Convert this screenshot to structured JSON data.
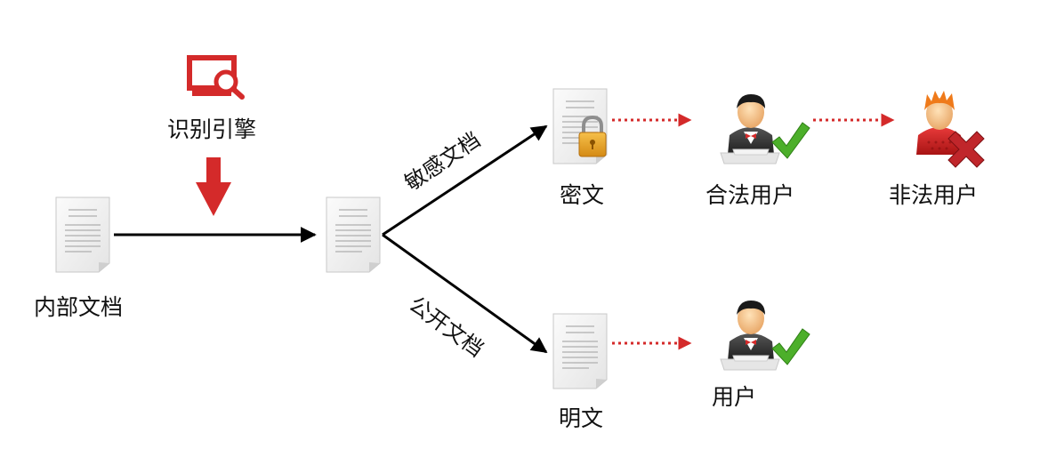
{
  "labels": {
    "engine": "识别引擎",
    "internal_doc": "内部文档",
    "sensitive_doc": "敏感文档",
    "public_doc": "公开文档",
    "ciphertext": "密文",
    "plaintext": "明文",
    "legal_user": "合法用户",
    "illegal_user": "非法用户",
    "user": "用户"
  },
  "icons": {
    "engine": "monitor-search-icon",
    "doc": "document-icon",
    "encrypted_doc": "locked-document-icon",
    "allowed_user": "user-check-icon",
    "denied_user": "user-cross-icon"
  },
  "colors": {
    "accent_red": "#d42a2a",
    "arrow_black": "#000000",
    "check_green": "#4caf2a",
    "cross_red": "#c0262b"
  }
}
